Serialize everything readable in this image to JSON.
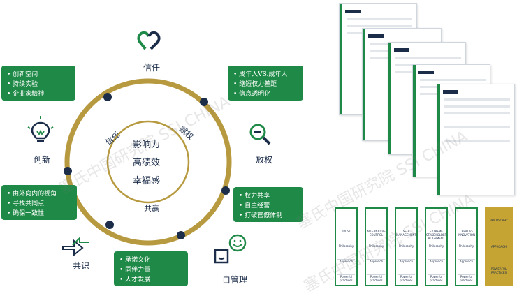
{
  "center": {
    "line1": "影响力",
    "line2": "高绩效",
    "line3": "幸福感"
  },
  "ring_labels": {
    "trust_arc": "信任",
    "right_arc": "赋权",
    "bottom_arc": "共赢"
  },
  "nodes": {
    "trust": {
      "label": "信任",
      "icon": "handshake-heart-icon"
    },
    "empower": {
      "label": "放权",
      "icon": "magnifier-minus-icon"
    },
    "self_manage": {
      "label": "自管理",
      "icon": "smiley-faces-icon"
    },
    "consensus": {
      "label": "共识",
      "icon": "opposing-arrows-icon"
    },
    "innovate": {
      "label": "创新",
      "icon": "lightbulb-icon"
    }
  },
  "boxes": {
    "innovate": [
      "创新空间",
      "持续实验",
      "企业家精神"
    ],
    "trust": [
      "成年人VS.成年人",
      "缩短权力差距",
      "信息透明化"
    ],
    "empower": [
      "权力共享",
      "自主经营",
      "打破官僚体制"
    ],
    "self_manage": [
      "承诺文化",
      "同伴力量",
      "人才发展"
    ],
    "consensus": [
      "由外向内的视角",
      "寻找共同点",
      "确保一致性"
    ]
  },
  "watermarks": [
    "塞氏中国研究院 SSI CHINA",
    "塞氏中国研究院 SSI CHINA",
    "塞氏中国研究院 SSI CHINA"
  ],
  "panels": [
    {
      "title": "TRUST",
      "rows": [
        "Philosophy",
        "Approach",
        "Powerful practices"
      ]
    },
    {
      "title": "ALTERNATIVE CONTROL",
      "rows": [
        "Philosophy",
        "Approach",
        "Powerful practices"
      ]
    },
    {
      "title": "SELF MANAGEMENT",
      "rows": [
        "Philosophy",
        "Approach",
        "Powerful practices"
      ]
    },
    {
      "title": "EXTREME STAKEHOLDER ALIGNMENT",
      "rows": [
        "Philosophy",
        "Approach",
        "Powerful practices"
      ]
    },
    {
      "title": "CREATIVE INNOVATION",
      "rows": [
        "Philosophy",
        "Approach",
        "Powerful practices"
      ]
    }
  ],
  "legend_panel": {
    "items": [
      "PHILOSOPHY",
      "APPROACH",
      "POWERFUL PRACTICES"
    ]
  },
  "colors": {
    "green": "#1f8a47",
    "gold": "#b79a3f",
    "navy": "#1c2d4a"
  }
}
